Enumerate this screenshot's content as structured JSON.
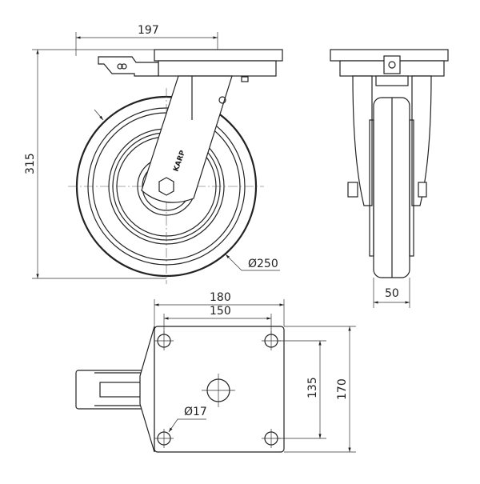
{
  "drawing": {
    "front_view": {
      "width_dim": "197",
      "height_dim": "315",
      "wheel_diameter": "Ø250",
      "logo_text": "KARP"
    },
    "side_view": {
      "wheel_width_dim": "50"
    },
    "top_view": {
      "plate_width": "180",
      "hole_spacing_x": "150",
      "hole_spacing_y": "135",
      "plate_length": "170",
      "hole_diameter": "Ø17"
    }
  }
}
